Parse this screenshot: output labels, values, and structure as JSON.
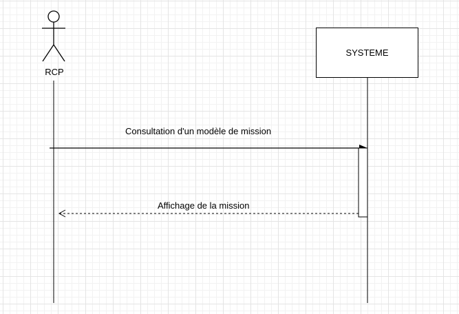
{
  "diagram": {
    "type": "sequence",
    "actor": {
      "name": "RCP"
    },
    "system": {
      "name": "SYSTEME"
    },
    "messages": [
      {
        "label": "Consultation d'un modèle de mission",
        "from": "RCP",
        "to": "SYSTEME",
        "style": "solid"
      },
      {
        "label": "Affichage de la mission",
        "from": "SYSTEME",
        "to": "RCP",
        "style": "dashed"
      }
    ]
  }
}
